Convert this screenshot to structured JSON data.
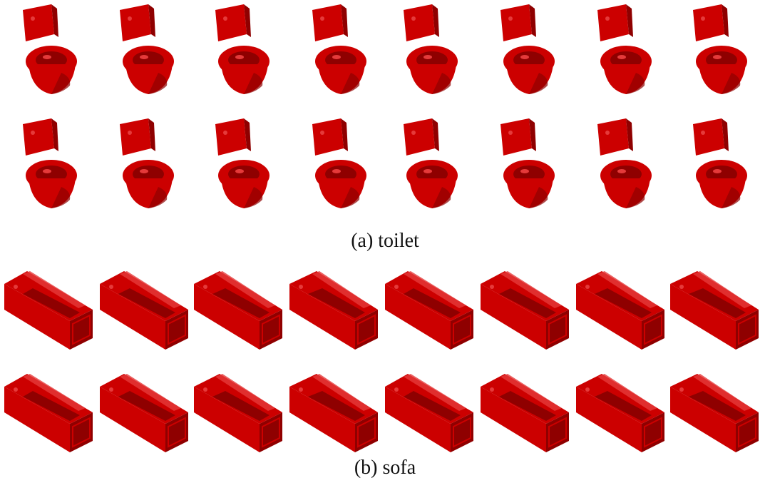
{
  "figure": {
    "color_main": "#cc0000",
    "color_dark": "#8f0000",
    "color_light": "#e53a3a",
    "panels": [
      {
        "id": "toilet",
        "caption": "(a) toilet",
        "rows": 2,
        "cols": 8,
        "object_icon": "toilet-3d-render"
      },
      {
        "id": "sofa",
        "caption": "(b) sofa",
        "rows": 2,
        "cols": 8,
        "object_icon": "sofa-3d-render"
      }
    ]
  }
}
